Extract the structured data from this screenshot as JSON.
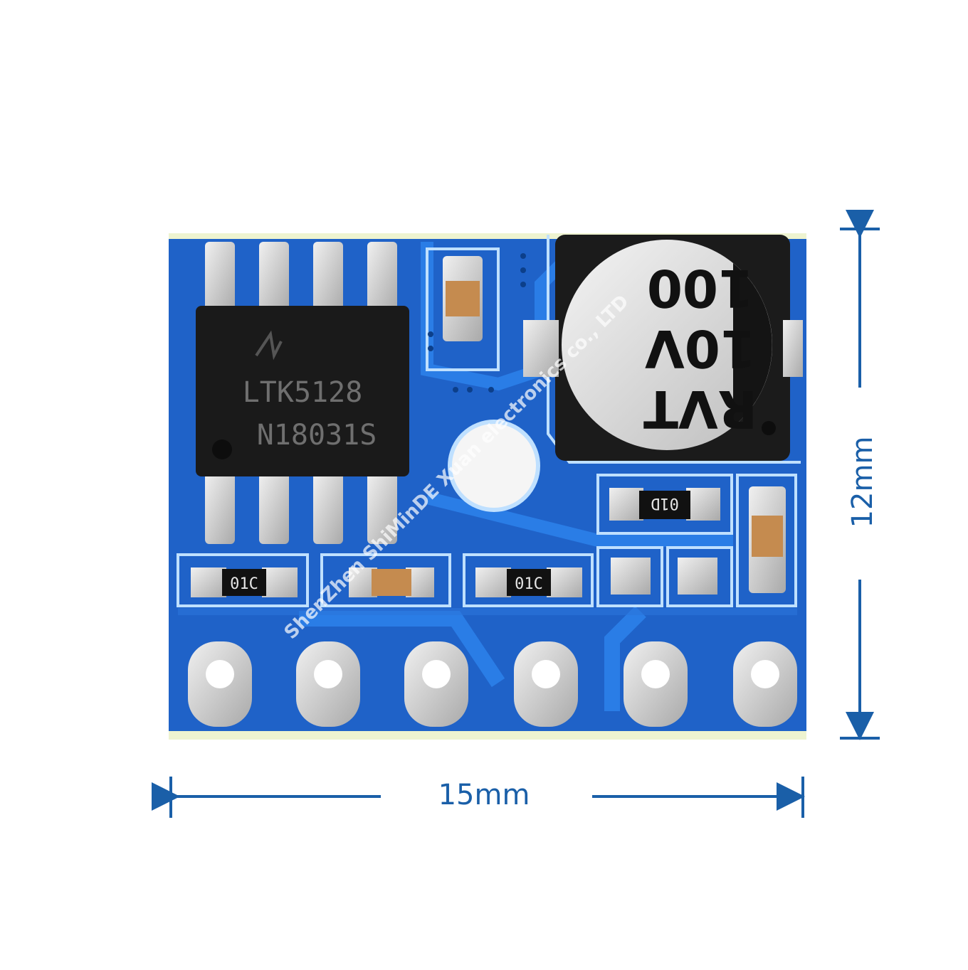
{
  "dimensions": {
    "width_label": "15mm",
    "height_label": "12mm"
  },
  "chip": {
    "line1": "LTK5128",
    "line2": "N18031S"
  },
  "capacitor": {
    "line1": "RVT",
    "line2": "10V",
    "line3": "100"
  },
  "smd_labels": {
    "left": "01C",
    "middle": "01C",
    "right": "01D"
  },
  "watermark": "ShenZhen ShiMinDE Xuan electronics co., LTD",
  "colors": {
    "pcb": "#1f62c8",
    "trace": "#2a7de6",
    "silk": "#bfe0ff",
    "chip": "#1a1a1a",
    "solder": "#d8d8d8",
    "dimension": "#1a5fa8"
  }
}
